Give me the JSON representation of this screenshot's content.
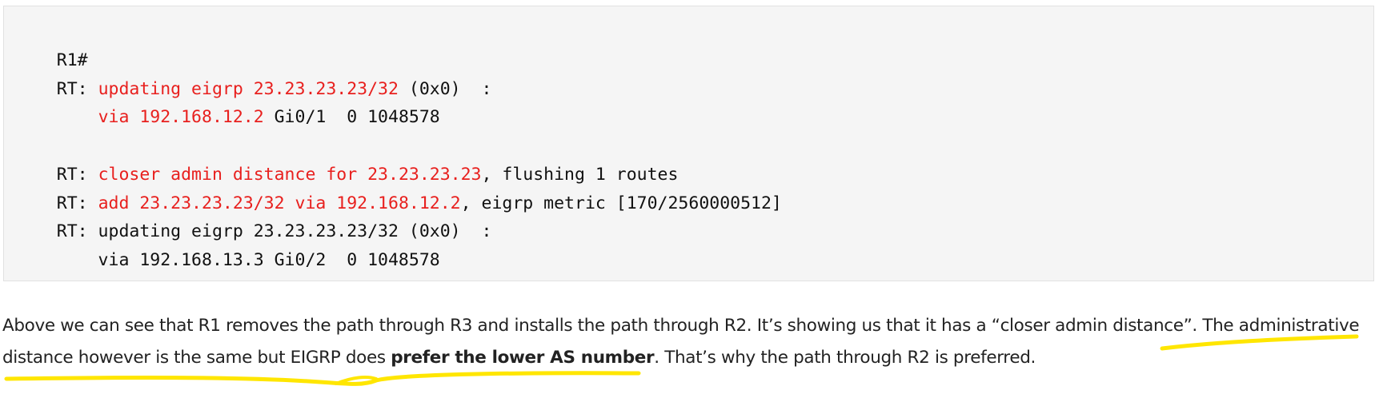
{
  "code_block": {
    "lines": [
      [
        {
          "text": "R1#",
          "highlight": false
        }
      ],
      [
        {
          "text": "RT: ",
          "highlight": false
        },
        {
          "text": "updating eigrp 23.23.23.23/32",
          "highlight": true
        },
        {
          "text": " (0x0)  :",
          "highlight": false
        }
      ],
      [
        {
          "text": "    ",
          "highlight": false
        },
        {
          "text": "via 192.168.12.2",
          "highlight": true
        },
        {
          "text": " Gi0/1  0 1048578",
          "highlight": false
        }
      ],
      [
        {
          "text": "",
          "highlight": false
        }
      ],
      [
        {
          "text": "RT: ",
          "highlight": false
        },
        {
          "text": "closer admin distance for 23.23.23.23",
          "highlight": true
        },
        {
          "text": ", flushing 1 routes",
          "highlight": false
        }
      ],
      [
        {
          "text": "RT: ",
          "highlight": false
        },
        {
          "text": "add 23.23.23.23/32 via 192.168.12.2",
          "highlight": true
        },
        {
          "text": ", eigrp metric [170/2560000512]",
          "highlight": false
        }
      ],
      [
        {
          "text": "RT: updating eigrp 23.23.23.23/32 (0x0)  :",
          "highlight": false
        }
      ],
      [
        {
          "text": "    via 192.168.13.3 Gi0/2  0 1048578",
          "highlight": false
        }
      ]
    ]
  },
  "paragraph": {
    "text_before": "Above we can see that R1 removes the path through R3 and installs the path through R2. It’s showing us that it has a “closer admin distance”. The administrative distance however is the same but EIGRP does ",
    "bold": "prefer the lower AS number",
    "text_after": ". That’s why the path through R2 is preferred."
  },
  "colors": {
    "code_highlight": "#e8201e",
    "code_background": "#f5f5f5",
    "annotation": "#ffe600"
  }
}
